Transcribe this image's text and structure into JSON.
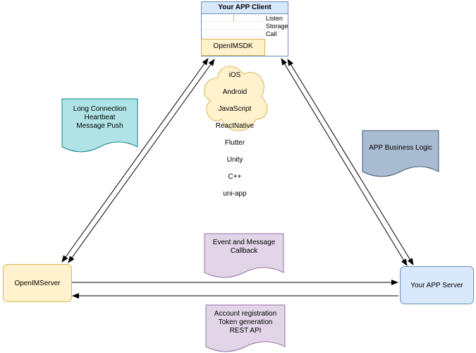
{
  "client": {
    "title": "Your APP Client",
    "methods": [
      "Listen",
      "Storage",
      "Call"
    ],
    "sdk_label": "OpenIMSDK"
  },
  "cloud": {
    "platforms": [
      "iOS",
      "Android",
      "JavaScript",
      "ReactNative",
      "Flutter",
      "Unity",
      "C++",
      "uni-app"
    ]
  },
  "notes": {
    "long_connection": "Long Connection\nHeartbeat\nMessage Push",
    "business_logic": "APP Business Logic",
    "event_callback": "Event and Message\nCallback",
    "account_registration": "Account registration\nToken generation\nREST API"
  },
  "servers": {
    "openim": "OpenIMServer",
    "app": "Your APP Server"
  },
  "colors": {
    "blue_fill": "#dae8fc",
    "blue_stroke": "#6c8ebf",
    "yellow_fill": "#fff2cc",
    "yellow_stroke": "#d6b656",
    "teal_fill": "#b0e3e6",
    "teal_stroke": "#0e8088",
    "gray_fill": "#a9bcd1",
    "gray_stroke": "#3e5c76",
    "purple_fill": "#e1d5e7",
    "purple_stroke": "#9673a6"
  }
}
